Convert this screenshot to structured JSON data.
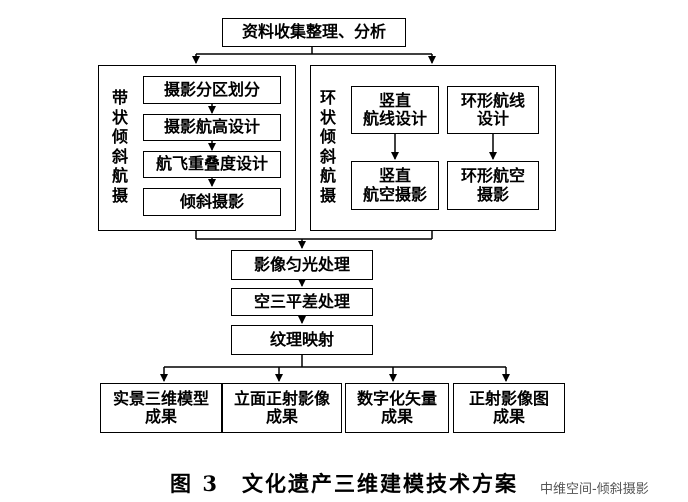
{
  "top": "资料收集整理、分析",
  "left_group": {
    "label": "带状倾斜航摄",
    "steps": [
      "摄影分区划分",
      "摄影航高设计",
      "航飞重叠度设计",
      "倾斜摄影"
    ]
  },
  "right_group": {
    "label": "环状倾斜航摄",
    "col1": [
      "竖直\n航线设计",
      "竖直\n航空摄影"
    ],
    "col2": [
      "环形航线\n设计",
      "环形航空\n摄影"
    ]
  },
  "pipeline": [
    "影像匀光处理",
    "空三平差处理",
    "纹理映射"
  ],
  "outputs": [
    "实景三维模型\n成果",
    "立面正射影像\n成果",
    "数字化矢量\n成果",
    "正射影像图\n成果"
  ],
  "caption": "图 3　文化遗产三维建模技术方案",
  "watermark": "中维空间-倾斜摄影"
}
